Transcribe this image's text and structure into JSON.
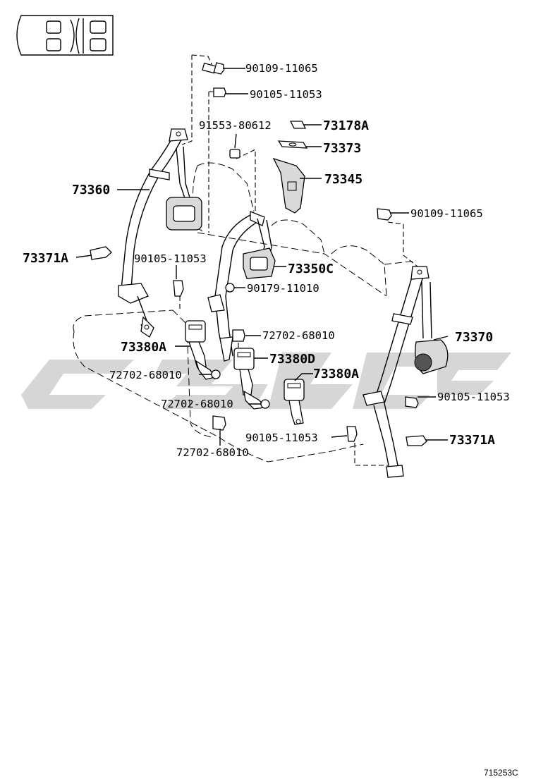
{
  "illustration_code": "715253C",
  "watermark": {
    "text": "",
    "color": "#cfcfcf"
  },
  "labels": {
    "p90109_top": "90109-11065",
    "p90105_top": "90105-11053",
    "p91553": "91553-80612",
    "p73178A": "73178A",
    "p73373": "73373",
    "p73345": "73345",
    "p73360": "73360",
    "p90109_right": "90109-11065",
    "p73371A_left": "73371A",
    "p90105_mid": "90105-11053",
    "p73350C": "73350C",
    "p90179": "90179-11010",
    "p72702_center": "72702-68010",
    "p73370": "73370",
    "p73380A_left": "73380A",
    "p73380D": "73380D",
    "p72702_left": "72702-68010",
    "p73380A_right": "73380A",
    "p90105_right": "90105-11053",
    "p72702_low": "72702-68010",
    "p90105_low": "90105-11053",
    "p73371A_right": "73371A",
    "p72702_bottom": "72702-68010"
  }
}
